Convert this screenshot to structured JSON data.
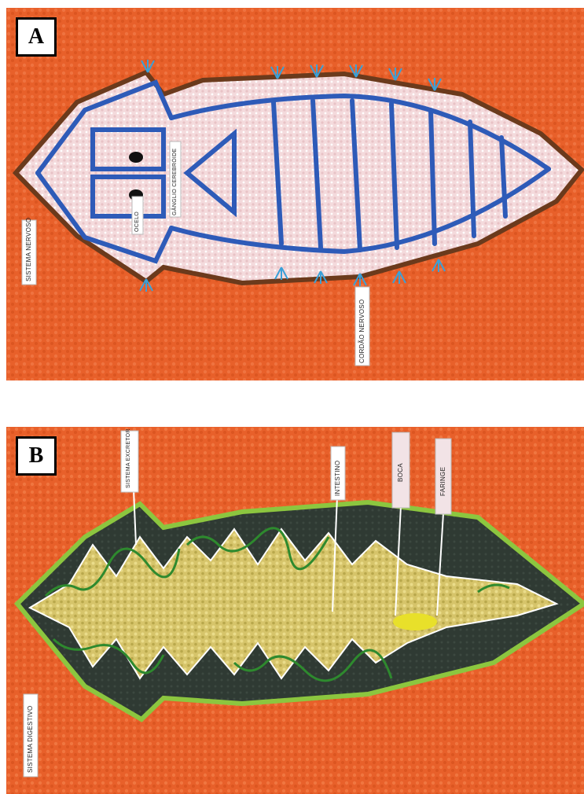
{
  "panel_a": {
    "letter": "A",
    "labels": {
      "system": "SISTEMA NERVOSO",
      "ocelo": "OCELO",
      "ganglio": "GÂNGLIO CEREBRÓIDE",
      "cordao": "CORDÃO NERVOSO"
    }
  },
  "panel_b": {
    "letter": "B",
    "labels": {
      "system": "SISTEMA DIGESTIVO",
      "excretor": "SISTEMA EXCRETOR",
      "intestino": "INTESTINO",
      "boca": "BOCA",
      "faringe": "FARINGE"
    }
  },
  "colors": {
    "background_orange": "#e8602a",
    "body_pink": "#f2d6d8",
    "nerve_blue": "#2e5bb8",
    "dark_body": "#2f3a33",
    "gut_yellow": "#d8c66a",
    "green_tubules": "#2e8a2e",
    "mouth_yellow": "#e8e02a"
  }
}
